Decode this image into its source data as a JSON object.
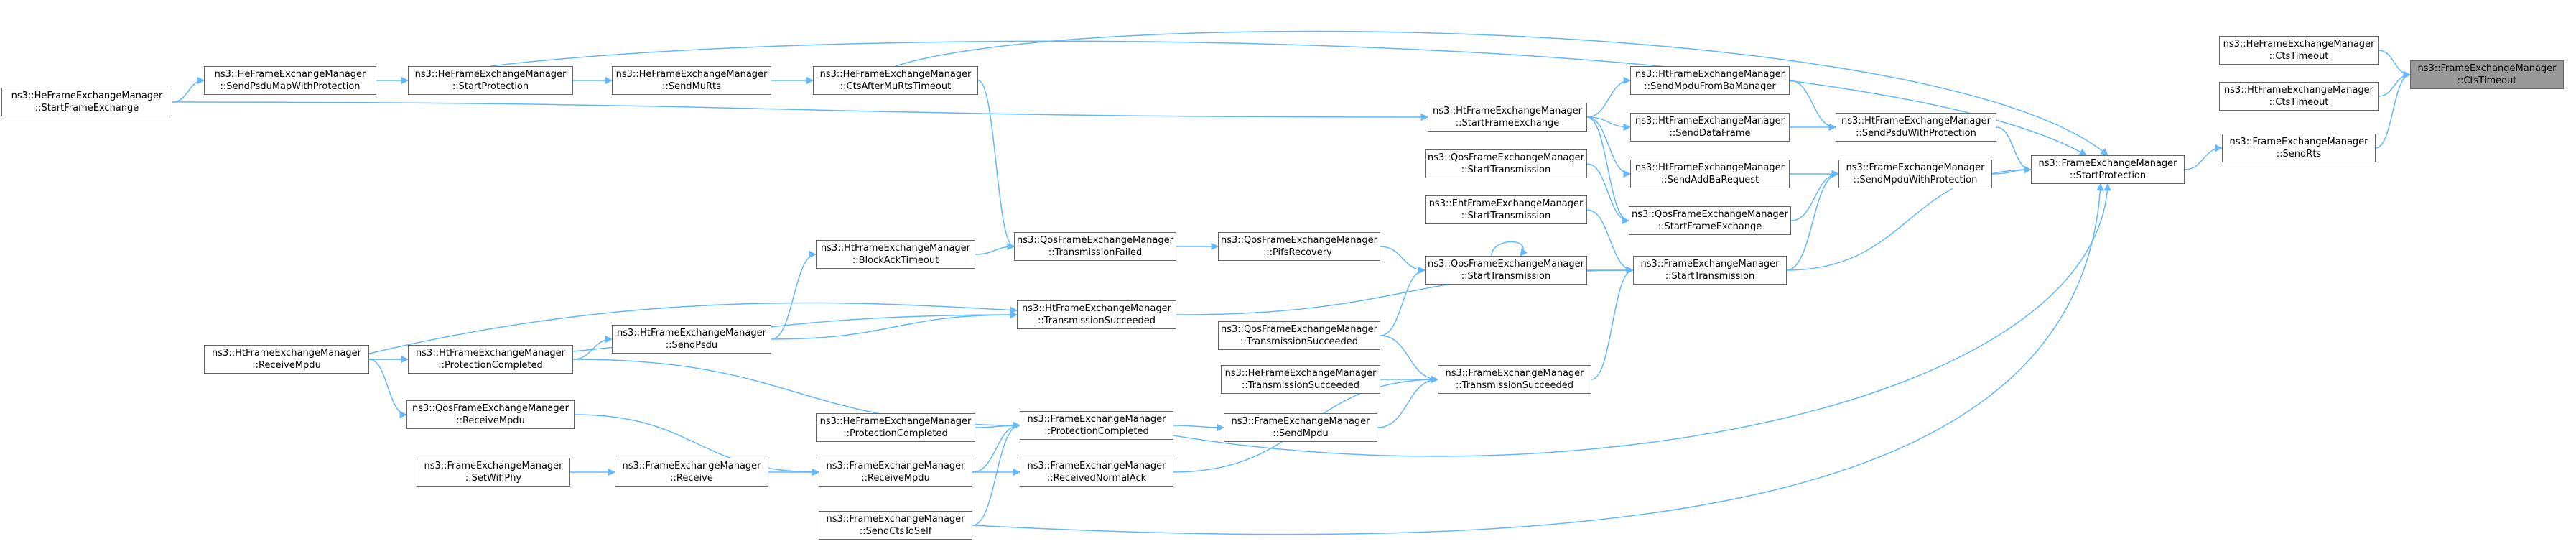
{
  "graph": {
    "edge_color": "#63b8ff",
    "focus_fill": "#999999",
    "node_border": "#666666",
    "nodes": {
      "cts_timeout_main": {
        "line1": "ns3::FrameExchangeManager",
        "line2": "::CtsTimeout"
      },
      "he_cts_timeout": {
        "line1": "ns3::HeFrameExchangeManager",
        "line2": "::CtsTimeout"
      },
      "ht_cts_timeout": {
        "line1": "ns3::HtFrameExchangeManager",
        "line2": "::CtsTimeout"
      },
      "fem_send_rts": {
        "line1": "ns3::FrameExchangeManager",
        "line2": "::SendRts"
      },
      "fem_start_protection": {
        "line1": "ns3::FrameExchangeManager",
        "line2": "::StartProtection"
      },
      "ht_send_psdu_with_protection": {
        "line1": "ns3::HtFrameExchangeManager",
        "line2": "::SendPsduWithProtection"
      },
      "fem_send_mpdu_with_protection": {
        "line1": "ns3::FrameExchangeManager",
        "line2": "::SendMpduWithProtection"
      },
      "fem_start_transmission": {
        "line1": "ns3::FrameExchangeManager",
        "line2": "::StartTransmission"
      },
      "ht_send_mpdu_from_ba": {
        "line1": "ns3::HtFrameExchangeManager",
        "line2": "::SendMpduFromBaManager"
      },
      "ht_send_data_frame": {
        "line1": "ns3::HtFrameExchangeManager",
        "line2": "::SendDataFrame"
      },
      "ht_send_add_ba": {
        "line1": "ns3::HtFrameExchangeManager",
        "line2": "::SendAddBaRequest"
      },
      "qos_start_frame_exchange": {
        "line1": "ns3::QosFrameExchangeManager",
        "line2": "::StartFrameExchange"
      },
      "fem_transmission_succeeded": {
        "line1": "ns3::FrameExchangeManager",
        "line2": "::TransmissionSucceeded"
      },
      "ht_start_frame_exchange": {
        "line1": "ns3::HtFrameExchangeManager",
        "line2": "::StartFrameExchange"
      },
      "qos_start_transmission_top": {
        "line1": "ns3::QosFrameExchangeManager",
        "line2": "::StartTransmission"
      },
      "eht_start_transmission": {
        "line1": "ns3::EhtFrameExchangeManager",
        "line2": "::StartTransmission"
      },
      "qos_start_transmission_mid": {
        "line1": "ns3::QosFrameExchangeManager",
        "line2": "::StartTransmission"
      },
      "he_transmission_succeeded": {
        "line1": "ns3::HeFrameExchangeManager",
        "line2": "::TransmissionSucceeded"
      },
      "fem_send_mpdu": {
        "line1": "ns3::FrameExchangeManager",
        "line2": "::SendMpdu"
      },
      "qos_pifs_recovery": {
        "line1": "ns3::QosFrameExchangeManager",
        "line2": "::PifsRecovery"
      },
      "qos_transmission_succeeded": {
        "line1": "ns3::QosFrameExchangeManager",
        "line2": "::TransmissionSucceeded"
      },
      "qos_transmission_failed": {
        "line1": "ns3::QosFrameExchangeManager",
        "line2": "::TransmissionFailed"
      },
      "ht_transmission_succeeded": {
        "line1": "ns3::HtFrameExchangeManager",
        "line2": "::TransmissionSucceeded"
      },
      "fem_protection_completed": {
        "line1": "ns3::FrameExchangeManager",
        "line2": "::ProtectionCompleted"
      },
      "fem_received_normal_ack": {
        "line1": "ns3::FrameExchangeManager",
        "line2": "::ReceivedNormalAck"
      },
      "he_protection_completed": {
        "line1": "ns3::HeFrameExchangeManager",
        "line2": "::ProtectionCompleted"
      },
      "fem_receive_mpdu": {
        "line1": "ns3::FrameExchangeManager",
        "line2": "::ReceiveMpdu"
      },
      "fem_send_cts_to_self": {
        "line1": "ns3::FrameExchangeManager",
        "line2": "::SendCtsToSelf"
      },
      "he_cts_after_mu_rts_timeout": {
        "line1": "ns3::HeFrameExchangeManager",
        "line2": "::CtsAfterMuRtsTimeout"
      },
      "ht_block_ack_timeout": {
        "line1": "ns3::HtFrameExchangeManager",
        "line2": "::BlockAckTimeout"
      },
      "ht_send_psdu": {
        "line1": "ns3::HtFrameExchangeManager",
        "line2": "::SendPsdu"
      },
      "fem_receive": {
        "line1": "ns3::FrameExchangeManager",
        "line2": "::Receive"
      },
      "he_send_mu_rts": {
        "line1": "ns3::HeFrameExchangeManager",
        "line2": "::SendMuRts"
      },
      "he_start_protection": {
        "line1": "ns3::HeFrameExchangeManager",
        "line2": "::StartProtection"
      },
      "ht_protection_completed": {
        "line1": "ns3::HtFrameExchangeManager",
        "line2": "::ProtectionCompleted"
      },
      "qos_receive_mpdu": {
        "line1": "ns3::QosFrameExchangeManager",
        "line2": "::ReceiveMpdu"
      },
      "fem_set_wifi_phy": {
        "line1": "ns3::FrameExchangeManager",
        "line2": "::SetWifiPhy"
      },
      "he_send_psdu_map_with_protection": {
        "line1": "ns3::HeFrameExchangeManager",
        "line2": "::SendPsduMapWithProtection"
      },
      "ht_receive_mpdu": {
        "line1": "ns3::HtFrameExchangeManager",
        "line2": "::ReceiveMpdu"
      },
      "he_start_frame_exchange": {
        "line1": "ns3::HeFrameExchangeManager",
        "line2": "::StartFrameExchange"
      }
    }
  }
}
